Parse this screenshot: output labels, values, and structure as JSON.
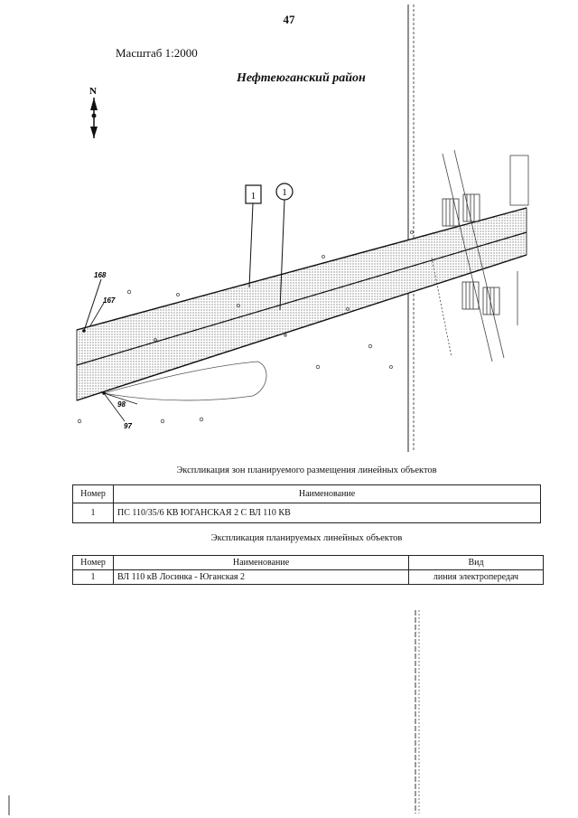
{
  "page_number": "47",
  "scale": "Масштаб 1:2000",
  "district": "Нефтеюганский район",
  "north_label": "N",
  "map": {
    "zone_marker": "1",
    "object_marker": "1",
    "points": [
      "168",
      "167",
      "98",
      "97"
    ]
  },
  "zones_table": {
    "caption": "Экспликация зон планируемого размещения линейных объектов",
    "headers": [
      "Номер",
      "Наименование"
    ],
    "rows": [
      {
        "number": "1",
        "name": "ПС 110/35/6 КВ ЮГАНСКАЯ 2 С ВЛ 110 КВ"
      }
    ]
  },
  "objects_table": {
    "caption": "Экспликация планируемых линейных объектов",
    "headers": [
      "Номер",
      "Наименование",
      "Вид"
    ],
    "rows": [
      {
        "number": "1",
        "name": "ВЛ 110 кВ Лосинка - Юганская 2",
        "type": "линия электропередач"
      }
    ]
  }
}
